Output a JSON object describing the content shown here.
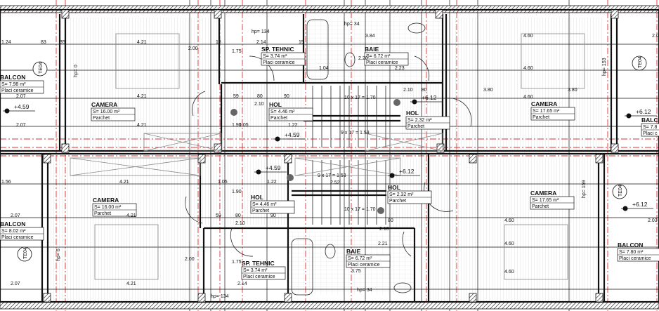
{
  "plan": {
    "rooms": [
      {
        "id": "top-balcon-left",
        "name": "BALCON",
        "area": "S= 7.98 m²",
        "finish": "Placi ceramice"
      },
      {
        "id": "top-camera-left",
        "name": "CAMERA",
        "area": "S= 16.00 m²",
        "finish": "Parchet"
      },
      {
        "id": "top-sp-tehnic",
        "name": "SP. TEHNIC",
        "area": "S= 3.74 m²",
        "finish": "Placi ceramice"
      },
      {
        "id": "top-hol-left",
        "name": "HOL",
        "area": "S= 4.46 m²",
        "finish": "Parchet"
      },
      {
        "id": "top-baie",
        "name": "BAIE",
        "area": "S= 6.72 m²",
        "finish": "Placi ceramice"
      },
      {
        "id": "top-hol-right",
        "name": "HOL",
        "area": "S= 2.32 m²",
        "finish": "Parchet"
      },
      {
        "id": "top-camera-right",
        "name": "CAMERA",
        "area": "S= 17.65 m²",
        "finish": "Parchet"
      },
      {
        "id": "top-balcon-right",
        "name": "BALCON",
        "area": "S= 7.8",
        "finish": "Placi c"
      },
      {
        "id": "bot-balcon-left",
        "name": "BALCON",
        "area": "S= 8.02 m²",
        "finish": "Placi ceramice"
      },
      {
        "id": "bot-camera-left",
        "name": "CAMERA",
        "area": "S= 16.00 m²",
        "finish": "Parchet"
      },
      {
        "id": "bot-hol-left",
        "name": "HOL",
        "area": "S= 4.46 m²",
        "finish": "Parchet"
      },
      {
        "id": "bot-sp-tehnic",
        "name": "SP. TEHNIC",
        "area": "S= 3.74 m²",
        "finish": "Placi ceramice"
      },
      {
        "id": "bot-hol-right",
        "name": "HOL",
        "area": "S= 2.32 m²",
        "finish": "Parchet"
      },
      {
        "id": "bot-baie",
        "name": "BAIE",
        "area": "S= 6.72 m²",
        "finish": "Placi ceramice"
      },
      {
        "id": "bot-camera-right",
        "name": "CAMERA",
        "area": "S= 17.65 m²",
        "finish": "Parchet"
      },
      {
        "id": "bot-balcon-right",
        "name": "BALCON",
        "area": "S= 7.80 m²",
        "finish": "Placi ceramice"
      }
    ],
    "elevations": [
      "+4.59",
      "+4.59",
      "+4.59",
      "+6.12",
      "+6.12",
      "+6.12",
      "+6.12"
    ],
    "window_tags": [
      "TE04",
      "TE04",
      "TE04",
      "TE04"
    ],
    "stairs": [
      "10 x 17 = 1.70",
      "9 x 17 = 1.53",
      "9 x 17 = 1.53",
      "10 x 17 = 1.70",
      "2.52"
    ],
    "sill_heights": [
      "hp= 134",
      "hp= 34",
      "hp= 0",
      "hp= 153",
      "hp= 6",
      "hp= 159",
      "hp= 134",
      "hp= 34"
    ],
    "dimensions": [
      "1.24",
      "83",
      "35",
      "4.21",
      "15",
      "2.14",
      "15",
      "1.04",
      "3.84",
      "2.23",
      "4.60",
      "4.60",
      "4.60",
      "2.07",
      "4.21",
      "2.07",
      "4.21",
      "59",
      "80",
      "90",
      "2.10",
      "1.05",
      "1.22",
      "1.56",
      "4.21",
      "4.21",
      "2.07",
      "4.21",
      "2.07",
      "1.05",
      "1.22",
      "59",
      "80",
      "90",
      "2.10",
      "2.14",
      "3.75",
      "2.21",
      "4.60",
      "4.60",
      "4.60",
      "80",
      "2.10",
      "80",
      "2.10",
      "2.20",
      "3.80",
      "3.80",
      "2.00",
      "2.00",
      "1.75",
      "1.90",
      "1.90",
      "1.75",
      "2.03",
      "2.0"
    ]
  }
}
